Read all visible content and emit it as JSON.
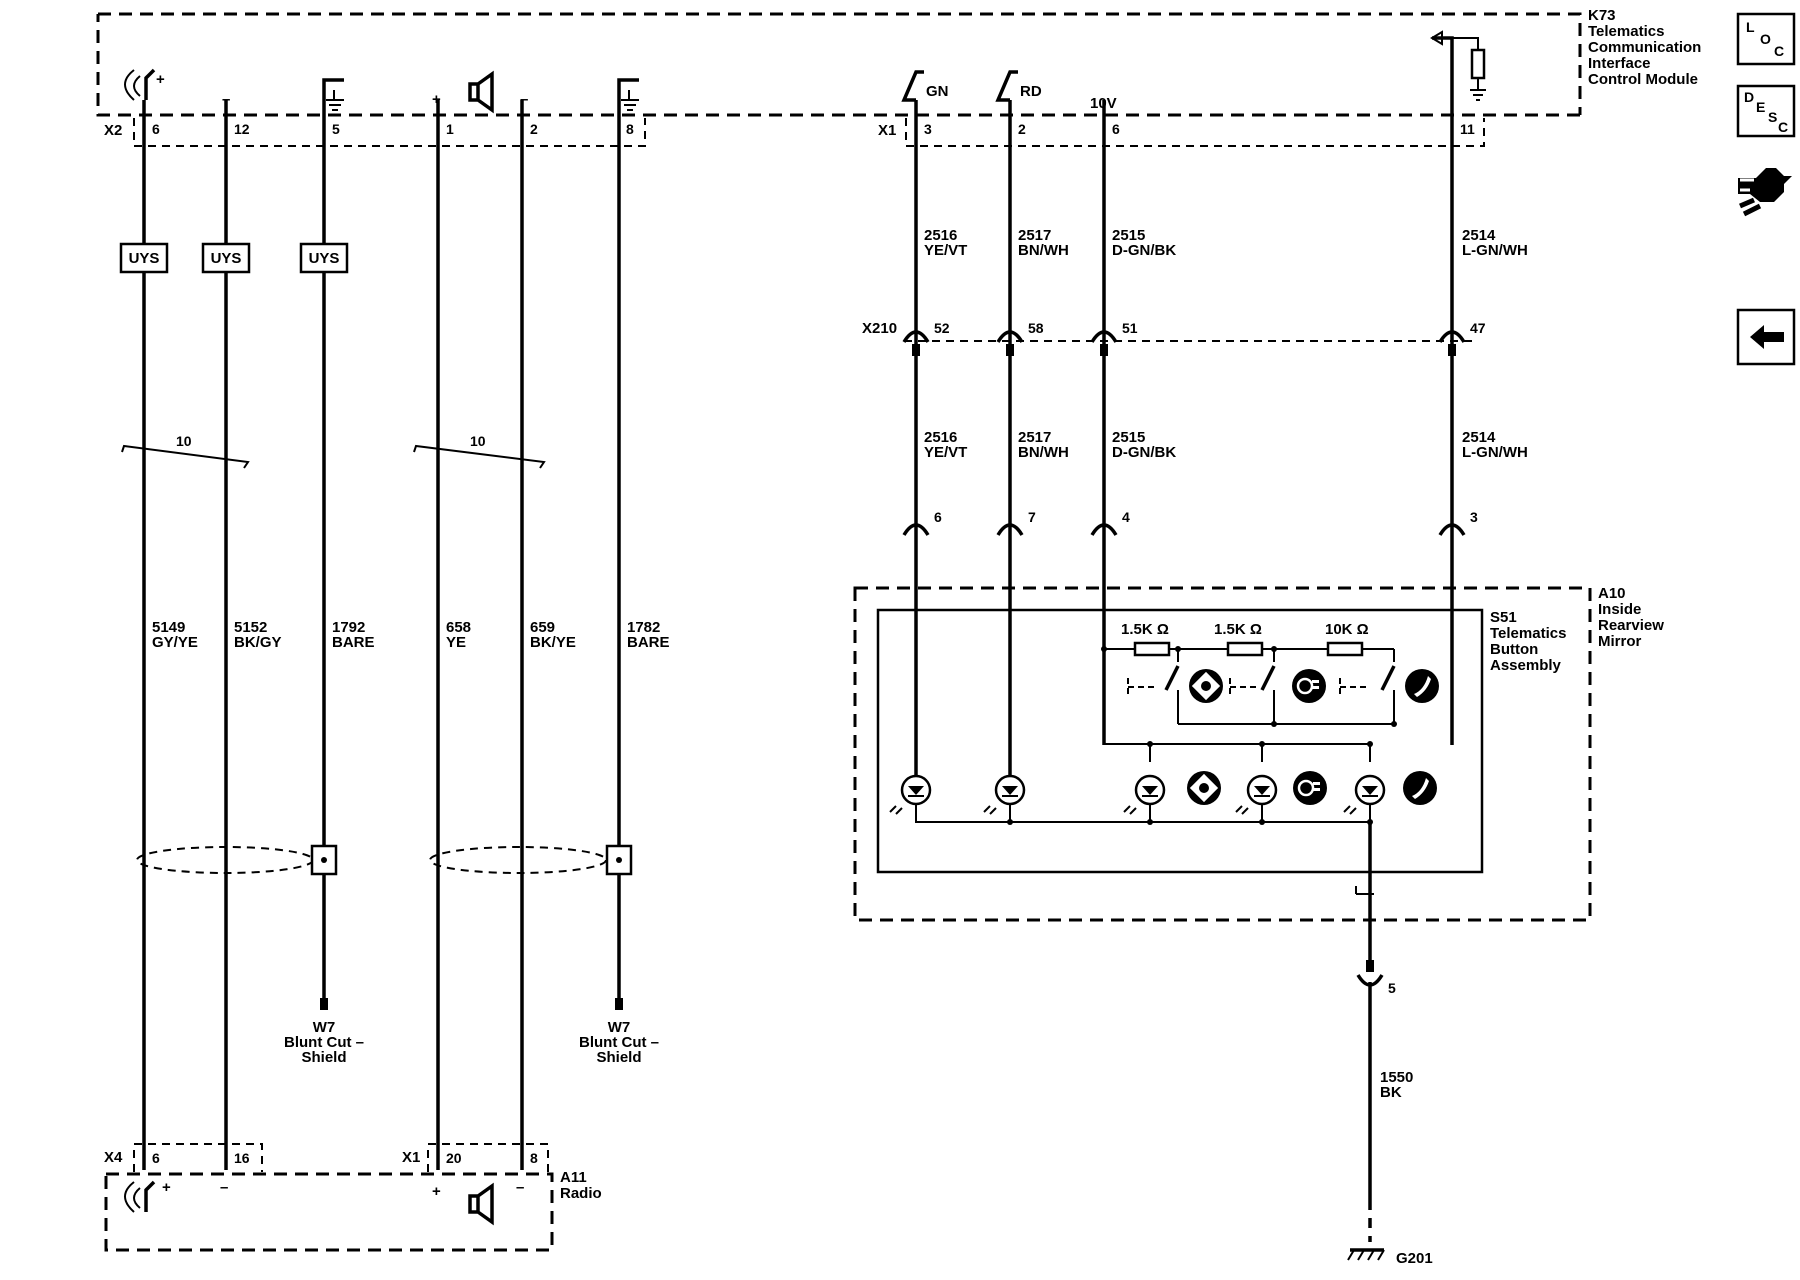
{
  "modules": {
    "k73": {
      "ref": "K73",
      "name_lines": [
        "Telematics",
        "Communication",
        "Interface",
        "Control Module"
      ]
    },
    "a11": {
      "ref": "A11",
      "name": "Radio"
    },
    "a10": {
      "ref": "A10",
      "name_lines": [
        "Inside",
        "Rearview",
        "Mirror"
      ]
    },
    "s51": {
      "ref": "S51",
      "name_lines": [
        "Telematics",
        "Button",
        "Assembly"
      ]
    }
  },
  "connectors": {
    "k73_x2": "X2",
    "k73_x1": "X1",
    "x210": "X210",
    "a11_x4": "X4",
    "a11_x1": "X1"
  },
  "top_labels": {
    "plus1": "+",
    "minus1": "–",
    "plus2": "+",
    "minus2": "–",
    "gn": "GN",
    "rd": "RD",
    "v10": "10V"
  },
  "bottom_labels": {
    "plus1": "+",
    "minus1": "–",
    "plus2": "+",
    "minus2": "–"
  },
  "pins_top": {
    "p6": "6",
    "p12": "12",
    "p5": "5",
    "p1": "1",
    "p2": "2",
    "p8": "8",
    "x1_3": "3",
    "x1_2": "2",
    "x1_6": "6",
    "x1_11": "11"
  },
  "pins_x210": {
    "p52": "52",
    "p58": "58",
    "p51": "51",
    "p47": "47"
  },
  "pins_mirror": {
    "p6": "6",
    "p7": "7",
    "p4": "4",
    "p3": "3",
    "p5": "5"
  },
  "pins_radio": {
    "x4_6": "6",
    "x4_16": "16",
    "x1_20": "20",
    "x1_8": "8"
  },
  "uys": {
    "a": "UYS",
    "b": "UYS",
    "c": "UYS"
  },
  "twist": {
    "a": "10",
    "b": "10"
  },
  "wires_left": {
    "w5149": {
      "circuit": "5149",
      "color": "GY/YE"
    },
    "w5152": {
      "circuit": "5152",
      "color": "BK/GY"
    },
    "w1792": {
      "circuit": "1792",
      "color": "BARE"
    },
    "w658": {
      "circuit": "658",
      "color": "YE"
    },
    "w659": {
      "circuit": "659",
      "color": "BK/YE"
    },
    "w1782": {
      "circuit": "1782",
      "color": "BARE"
    }
  },
  "wires_right_upper": {
    "w2516": {
      "circuit": "2516",
      "color": "YE/VT"
    },
    "w2517": {
      "circuit": "2517",
      "color": "BN/WH"
    },
    "w2515": {
      "circuit": "2515",
      "color": "D-GN/BK"
    },
    "w2514": {
      "circuit": "2514",
      "color": "L-GN/WH"
    }
  },
  "wires_right_lower": {
    "w2516": {
      "circuit": "2516",
      "color": "YE/VT"
    },
    "w2517": {
      "circuit": "2517",
      "color": "BN/WH"
    },
    "w2515": {
      "circuit": "2515",
      "color": "D-GN/BK"
    },
    "w2514": {
      "circuit": "2514",
      "color": "L-GN/WH"
    }
  },
  "ground_wire": {
    "circuit": "1550",
    "color": "BK",
    "ground": "G201"
  },
  "shields": {
    "a": {
      "ref": "W7",
      "lines": [
        "Blunt Cut –",
        "Shield"
      ]
    },
    "b": {
      "ref": "W7",
      "lines": [
        "Blunt Cut –",
        "Shield"
      ]
    }
  },
  "resistors": {
    "r1": "1.5K Ω",
    "r2": "1.5K Ω",
    "r3": "10K Ω"
  },
  "nav": {
    "loc": {
      "l": "L",
      "o": "O",
      "c": "C"
    },
    "desc": {
      "d": "D",
      "e": "E",
      "s": "S",
      "c": "C"
    }
  }
}
